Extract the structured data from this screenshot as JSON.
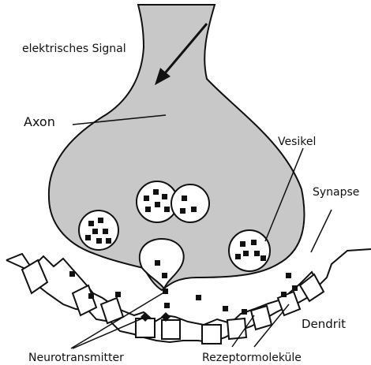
{
  "diagram": {
    "title": "",
    "labels": {
      "signal": "elektrisches Signal",
      "axon": "Axon",
      "vesicle": "Vesikel",
      "synapse": "Synapse",
      "dendrite": "Dendrit",
      "neurotransmitter": "Neurotransmitter",
      "receptor": "Rezeptormoleküle"
    },
    "colors": {
      "axon_fill": "#c8c8c8",
      "outline": "#111111",
      "vesicle_fill": "#ffffff",
      "background": "#ffffff"
    }
  }
}
